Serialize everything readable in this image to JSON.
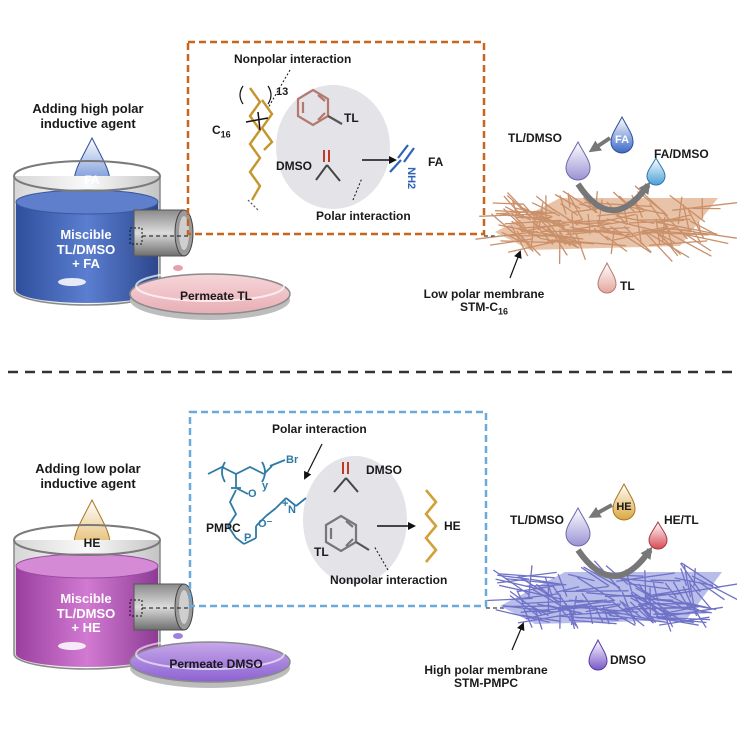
{
  "top": {
    "agent_title_line1": "Adding high polar",
    "agent_title_line2": "inductive agent",
    "drop_label": "FA",
    "beaker_line1": "Miscible",
    "beaker_line2": "TL/DMSO",
    "beaker_line3": "+ FA",
    "dish_label": "Permeate TL",
    "box": {
      "nonpolar_label": "Nonpolar interaction",
      "polar_label": "Polar interaction",
      "chain_label": "C",
      "chain_subscript": "16",
      "chain_repeat": "13",
      "tl_label": "TL",
      "dmso_label": "DMSO",
      "fa_label": "FA",
      "fa_group": "NH2"
    },
    "membrane": {
      "mixture_label": "TL/DMSO",
      "added_label": "FA",
      "product_label": "FA/DMSO",
      "permeate_label": "TL",
      "caption_line1": "Low polar membrane",
      "caption_line2": "STM-C",
      "caption_subscript": "16"
    },
    "colors": {
      "box_border": "#c8651a",
      "beaker_liquid": "#3f5fae",
      "drop": "#4a74c9",
      "membrane": "#c9906a"
    }
  },
  "bottom": {
    "agent_title_line1": "Adding low polar",
    "agent_title_line2": "inductive agent",
    "drop_label": "HE",
    "beaker_line1": "Miscible",
    "beaker_line2": "TL/DMSO",
    "beaker_line3": "+ HE",
    "dish_label": "Permeate DMSO",
    "box": {
      "polar_label": "Polar interaction",
      "nonpolar_label": "Nonpolar interaction",
      "polymer_label": "PMPC",
      "polymer_end": "Br",
      "polymer_repeat": "y",
      "dmso_label": "DMSO",
      "tl_label": "TL",
      "he_label": "HE",
      "atom_o": "O",
      "atom_n": "N",
      "atom_p": "P",
      "charge_plus": "+",
      "charge_minus": "O⁻"
    },
    "membrane": {
      "mixture_label": "TL/DMSO",
      "added_label": "HE",
      "product_label": "HE/TL",
      "permeate_label": "DMSO",
      "caption_line1": "High polar membrane",
      "caption_line2": "STM-PMPC"
    },
    "colors": {
      "box_border": "#6aa9dc",
      "beaker_liquid": "#b056b3",
      "drop": "#e4b24f",
      "membrane": "#6f72c7"
    }
  }
}
